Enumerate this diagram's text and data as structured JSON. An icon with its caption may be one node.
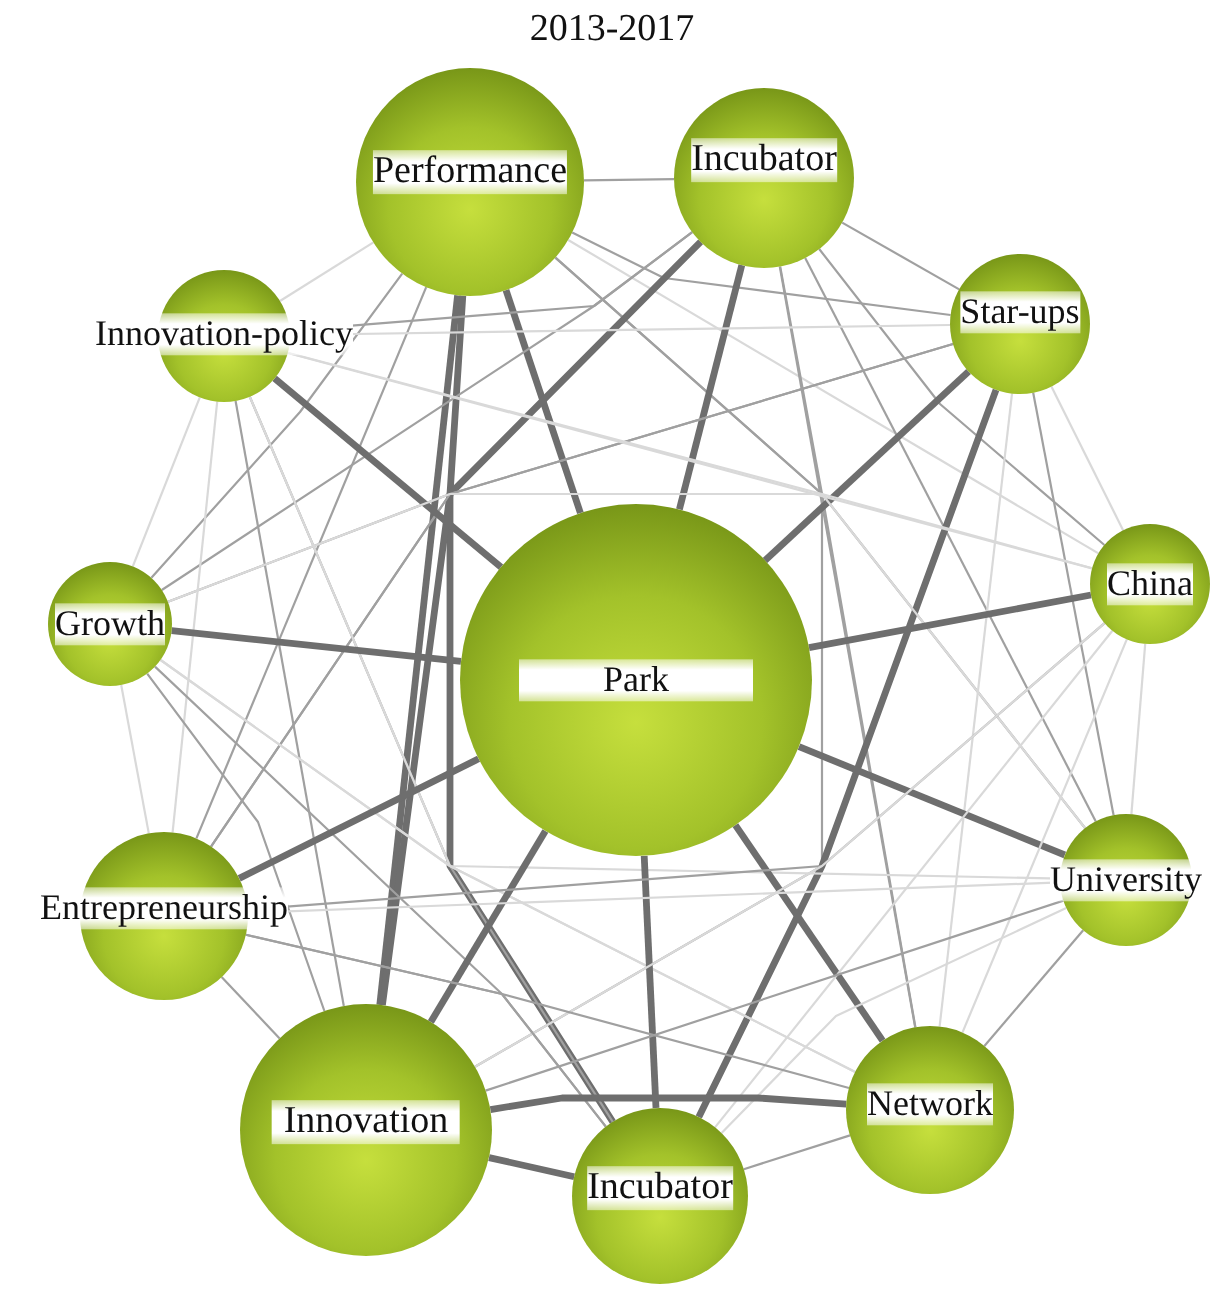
{
  "diagram": {
    "title": "2013-2017",
    "nodes": [
      {
        "text": [
          "Performance"
        ]
      },
      {
        "text": [
          "Incubator"
        ]
      },
      {
        "text": [
          "Star-ups"
        ]
      },
      {
        "text": [
          "Innovation-policy"
        ]
      },
      {
        "text": [
          "Growth"
        ]
      },
      {
        "text": [
          "Park"
        ]
      },
      {
        "text": [
          "China"
        ]
      },
      {
        "text": [
          "University"
        ]
      },
      {
        "text": [
          "Entrepreneurship"
        ]
      },
      {
        "text": [
          "Innovation"
        ]
      },
      {
        "text": [
          "Incubator"
        ]
      },
      {
        "text": [
          "Network"
        ]
      }
    ],
    "edges": [
      {
        "from": 0,
        "to": 1,
        "arrow": "none"
      },
      {
        "from": 0,
        "to": 2,
        "arrow": "none"
      },
      {
        "from": 0,
        "to": 3,
        "arrow": "none",
        "color": "#d9d9d9"
      },
      {
        "from": 0,
        "to": 4,
        "arrow": "none"
      },
      {
        "from": 0,
        "to": 5,
        "arrow": "none",
        "style": "thick"
      },
      {
        "from": 0,
        "to": 6,
        "arrow": "none",
        "color": "#d9d9d9"
      },
      {
        "from": 0,
        "to": 7,
        "arrow": "none"
      },
      {
        "from": 0,
        "to": 8,
        "arrow": "none"
      },
      {
        "from": 0,
        "to": 9,
        "arrow": "none",
        "style": "thick"
      },
      {
        "from": 0,
        "to": 10,
        "arrow": "none",
        "style": "thick"
      },
      {
        "from": 0,
        "to": 11,
        "arrow": "none"
      },
      {
        "from": 1,
        "to": 2,
        "arrow": "none"
      },
      {
        "from": 1,
        "to": 3,
        "arrow": "none"
      },
      {
        "from": 1,
        "to": 4,
        "arrow": "none"
      },
      {
        "from": 1,
        "to": 5,
        "arrow": "none",
        "style": "thick"
      },
      {
        "from": 1,
        "to": 6,
        "arrow": "none"
      },
      {
        "from": 1,
        "to": 7,
        "arrow": "none"
      },
      {
        "from": 1,
        "to": 8,
        "arrow": "none"
      },
      {
        "from": 1,
        "to": 9,
        "arrow": "none",
        "style": "thick"
      },
      {
        "from": 1,
        "to": 10,
        "arrow": "none"
      },
      {
        "from": 1,
        "to": 11,
        "arrow": "none"
      },
      {
        "from": 2,
        "to": 3,
        "arrow": "none",
        "color": "#d9d9d9"
      },
      {
        "from": 2,
        "to": 4,
        "arrow": "none"
      },
      {
        "from": 2,
        "to": 5,
        "arrow": "none",
        "style": "thick"
      },
      {
        "from": 2,
        "to": 6,
        "arrow": "none",
        "color": "#d9d9d9"
      },
      {
        "from": 2,
        "to": 7,
        "arrow": "none"
      },
      {
        "from": 2,
        "to": 8,
        "arrow": "none"
      },
      {
        "from": 2,
        "to": 9,
        "arrow": "none"
      },
      {
        "from": 2,
        "to": 10,
        "arrow": "none",
        "style": "thick"
      },
      {
        "from": 2,
        "to": 11,
        "arrow": "none",
        "color": "#d9d9d9"
      },
      {
        "from": 3,
        "to": 4,
        "arrow": "none",
        "color": "#d9d9d9"
      },
      {
        "from": 3,
        "to": 5,
        "arrow": "none",
        "style": "thick"
      },
      {
        "from": 3,
        "to": 6,
        "arrow": "none",
        "color": "#d9d9d9"
      },
      {
        "from": 3,
        "to": 7,
        "arrow": "none",
        "color": "#d9d9d9"
      },
      {
        "from": 3,
        "to": 8,
        "arrow": "none",
        "color": "#d9d9d9"
      },
      {
        "from": 3,
        "to": 9,
        "arrow": "none"
      },
      {
        "from": 3,
        "to": 10,
        "arrow": "none"
      },
      {
        "from": 3,
        "to": 11,
        "arrow": "none",
        "color": "#d9d9d9"
      },
      {
        "from": 4,
        "to": 5,
        "arrow": "none",
        "style": "thick"
      },
      {
        "from": 4,
        "to": 6,
        "arrow": "none",
        "color": "#d9d9d9"
      },
      {
        "from": 4,
        "to": 7,
        "arrow": "none",
        "color": "#d9d9d9"
      },
      {
        "from": 4,
        "to": 8,
        "arrow": "none",
        "color": "#d9d9d9"
      },
      {
        "from": 4,
        "to": 9,
        "arrow": "none"
      },
      {
        "from": 4,
        "to": 10,
        "arrow": "none"
      },
      {
        "from": 4,
        "to": 11,
        "arrow": "none",
        "color": "#d9d9d9"
      },
      {
        "from": 5,
        "to": 6,
        "arrow": "none",
        "style": "thick"
      },
      {
        "from": 5,
        "to": 7,
        "arrow": "none",
        "style": "thick"
      },
      {
        "from": 5,
        "to": 8,
        "arrow": "none",
        "style": "thick"
      },
      {
        "from": 5,
        "to": 9,
        "arrow": "none",
        "style": "thick"
      },
      {
        "from": 5,
        "to": 10,
        "arrow": "none",
        "style": "thick"
      },
      {
        "from": 5,
        "to": 11,
        "arrow": "none",
        "style": "thick"
      },
      {
        "from": 6,
        "to": 7,
        "arrow": "none",
        "color": "#d9d9d9"
      },
      {
        "from": 6,
        "to": 8,
        "arrow": "none"
      },
      {
        "from": 6,
        "to": 9,
        "arrow": "none",
        "color": "#d9d9d9"
      },
      {
        "from": 6,
        "to": 10,
        "arrow": "none",
        "color": "#d9d9d9"
      },
      {
        "from": 6,
        "to": 11,
        "arrow": "none",
        "color": "#d9d9d9"
      },
      {
        "from": 7,
        "to": 8,
        "arrow": "none",
        "color": "#d9d9d9"
      },
      {
        "from": 7,
        "to": 9,
        "arrow": "none"
      },
      {
        "from": 7,
        "to": 10,
        "arrow": "none",
        "color": "#d9d9d9"
      },
      {
        "from": 7,
        "to": 11,
        "arrow": "none"
      },
      {
        "from": 8,
        "to": 9,
        "arrow": "none"
      },
      {
        "from": 8,
        "to": 10,
        "arrow": "none"
      },
      {
        "from": 8,
        "to": 11,
        "arrow": "none"
      },
      {
        "from": 9,
        "to": 10,
        "arrow": "none",
        "style": "thick"
      },
      {
        "from": 9,
        "to": 11,
        "arrow": "none",
        "style": "thick"
      },
      {
        "from": 10,
        "to": 11,
        "arrow": "none"
      }
    ]
  }
}
